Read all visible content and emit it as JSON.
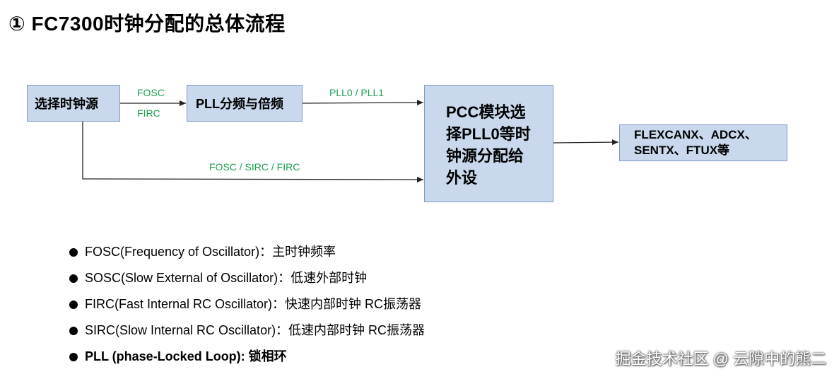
{
  "title": "① FC7300时钟分配的总体流程",
  "boxes": {
    "source": "选择时钟源",
    "pll": "PLL分频与倍频",
    "pcc": "PCC模块选择PLL0等时钟源分配给外设",
    "peripherals_line1": "FLEXCANX、ADCX、",
    "peripherals_line2": "SENTX、FTUX等"
  },
  "edge_labels": {
    "fosc": "FOSC",
    "firc": "FIRC",
    "pll_out": "PLL0 / PLL1",
    "direct": "FOSC / SIRC / FIRC"
  },
  "notes": [
    "FOSC(Frequency of Oscillator)：主时钟频率",
    "SOSC(Slow External of Oscillator)：低速外部时钟",
    "FIRC(Fast Internal RC Oscillator)：快速内部时钟  RC振荡器",
    "SIRC(Slow Internal RC Oscillator)：低速内部时钟  RC振荡器",
    "PLL (phase-Locked Loop): 锁相环"
  ],
  "watermark": "掘金技术社区 @ 云隙中的熊二",
  "colors": {
    "box_fill": "#c9d8ec",
    "box_border": "#7f9bbf",
    "edge_label": "#1aa14f",
    "line": "#222222"
  }
}
